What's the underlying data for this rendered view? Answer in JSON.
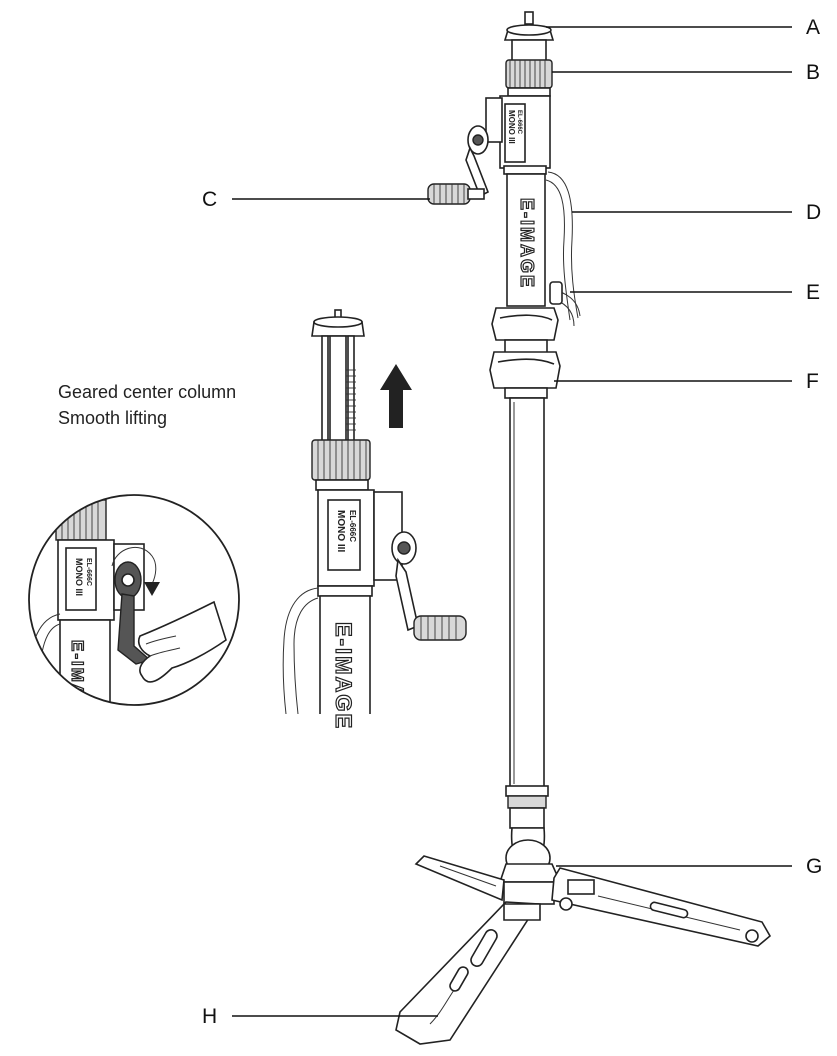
{
  "caption": {
    "line1": "Geared center column",
    "line2": "Smooth lifting"
  },
  "callouts": [
    {
      "id": "A",
      "label": "A"
    },
    {
      "id": "B",
      "label": "B"
    },
    {
      "id": "C",
      "label": "C"
    },
    {
      "id": "D",
      "label": "D"
    },
    {
      "id": "E",
      "label": "E"
    },
    {
      "id": "F",
      "label": "F"
    },
    {
      "id": "G",
      "label": "G"
    },
    {
      "id": "H",
      "label": "H"
    }
  ],
  "product_markings": {
    "brand": "E-IMAGE",
    "model_line1": "MONO III",
    "model_line2": "EL-666C"
  },
  "colors": {
    "line": "#222222",
    "fill": "#ffffff",
    "shade": "#d8d8d8",
    "dark": "#555555"
  }
}
